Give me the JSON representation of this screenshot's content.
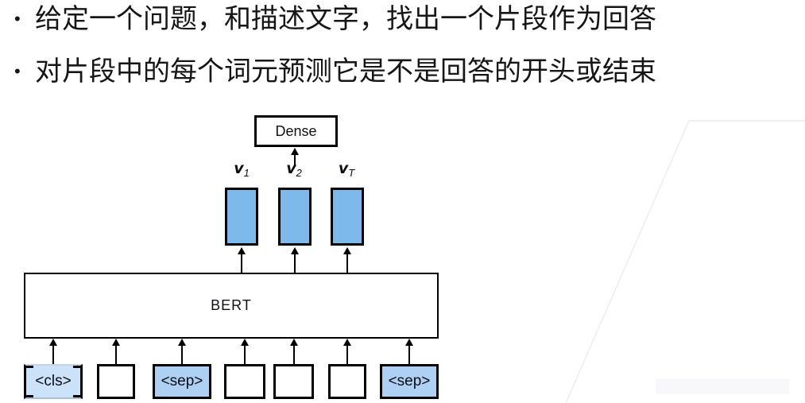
{
  "bullet_marker": "•",
  "bullets": [
    "给定一个问题，和描述文字，找出一个片段作为回答",
    "对片段中的每个词元预测它是不是回答的开头或结束"
  ],
  "diagram": {
    "dense_label": "Dense",
    "bert_label": "BERT",
    "vectors": [
      {
        "base": "v",
        "sub": "1"
      },
      {
        "base": "v",
        "sub": "2"
      },
      {
        "base": "v",
        "sub": "T"
      }
    ],
    "tokens": [
      {
        "label": "<cls>",
        "type": "cls"
      },
      {
        "label": "",
        "type": "plain"
      },
      {
        "label": "<sep>",
        "type": "sep"
      },
      {
        "label": "",
        "type": "plain"
      },
      {
        "label": "",
        "type": "plain"
      },
      {
        "label": "",
        "type": "plain"
      },
      {
        "label": "<sep>",
        "type": "sep"
      }
    ]
  },
  "colors": {
    "stroke": "#000000",
    "vector_fill": "#7db9ea",
    "cls_fill": "#cbe2f8",
    "sep_fill": "#aed0f2",
    "bert_text": "#10101a",
    "decor_line": "#ededf1",
    "decor_fill": "#f8f8fa"
  }
}
